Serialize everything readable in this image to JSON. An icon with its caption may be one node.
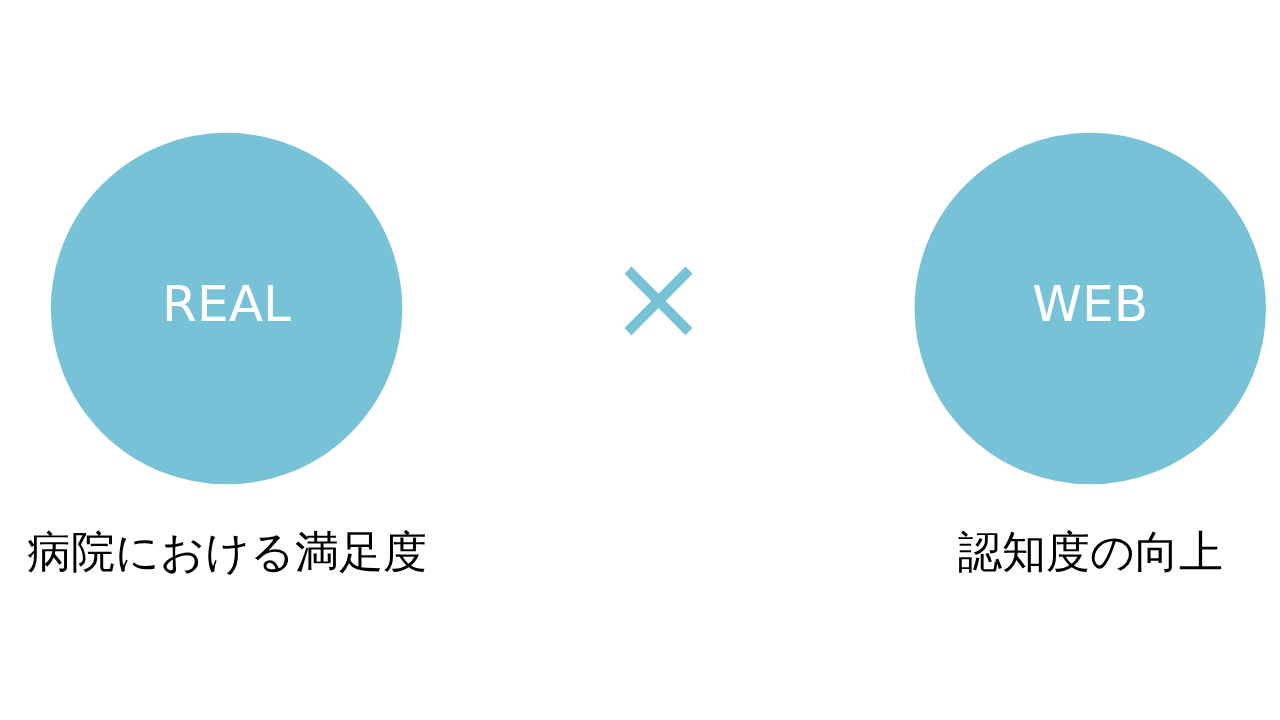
{
  "diagram": {
    "nodes": [
      {
        "text": [
          "REAL"
        ],
        "beside": [
          "病院における満足度"
        ]
      },
      {
        "text": [
          "WEB"
        ],
        "beside": [
          "認知度の向上"
        ]
      }
    ],
    "labels": [
      "×"
    ]
  }
}
